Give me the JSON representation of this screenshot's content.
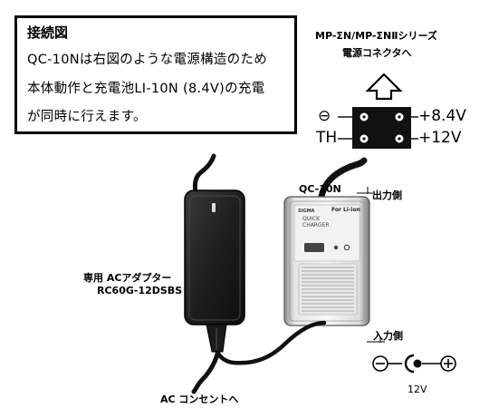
{
  "note": {
    "title": "接続図",
    "lines": [
      "QC-10Nは右図のような電源構造のため",
      "本体動作と充電池LI-10N (8.4V)の充電",
      "が同時に行えます。"
    ]
  },
  "connector": {
    "series_line1": "MP-ΣN/MP-ΣNⅡシリーズ",
    "series_line2": "電源コネクタへ",
    "pin_minus": "⊖",
    "pin_th": "TH",
    "pin_84": "+8.4V",
    "pin_12": "+12V"
  },
  "device": {
    "model": "QC-10N",
    "output_side": "出力側",
    "input_side": "入力側",
    "brand_mark": "SIGMA",
    "panel_text_1": "QUICK",
    "panel_text_2": "CHARGER",
    "panel_text_3": "For Li-ion"
  },
  "adapter": {
    "name": "専用 ACアダプター",
    "model": "RC60G-12DSBS",
    "cord_label": "AC コンセントへ"
  },
  "polarity": {
    "minus": "⊖",
    "plus": "⊕",
    "voltage": "12V"
  }
}
